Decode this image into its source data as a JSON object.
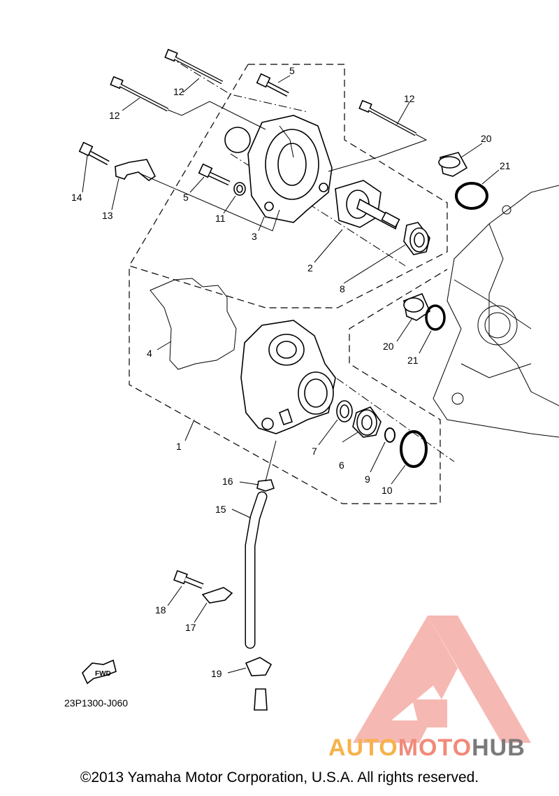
{
  "callouts": {
    "p1": "1",
    "p2": "2",
    "p3": "3",
    "p4": "4",
    "p5a": "5",
    "p5b": "5",
    "p6": "6",
    "p7": "7",
    "p8": "8",
    "p9": "9",
    "p10": "10",
    "p11": "11",
    "p12a": "12",
    "p12b": "12",
    "p12c": "12",
    "p13": "13",
    "p14": "14",
    "p15": "15",
    "p16": "16",
    "p17": "17",
    "p18": "18",
    "p19": "19",
    "p20a": "20",
    "p20b": "20",
    "p21a": "21",
    "p21b": "21"
  },
  "fwd_label": "FWD",
  "diagram_code": "23P1300-J060",
  "copyright": "©2013 Yamaha Motor Corporation, U.S.A. All rights reserved.",
  "watermark": {
    "part1": "AUTO",
    "part2": "MOTO",
    "part3": "HUB"
  },
  "colors": {
    "watermark_red": "#f4a19a",
    "watermark_orange": "#f7b24a",
    "watermark_gray": "#7a7a7a"
  }
}
